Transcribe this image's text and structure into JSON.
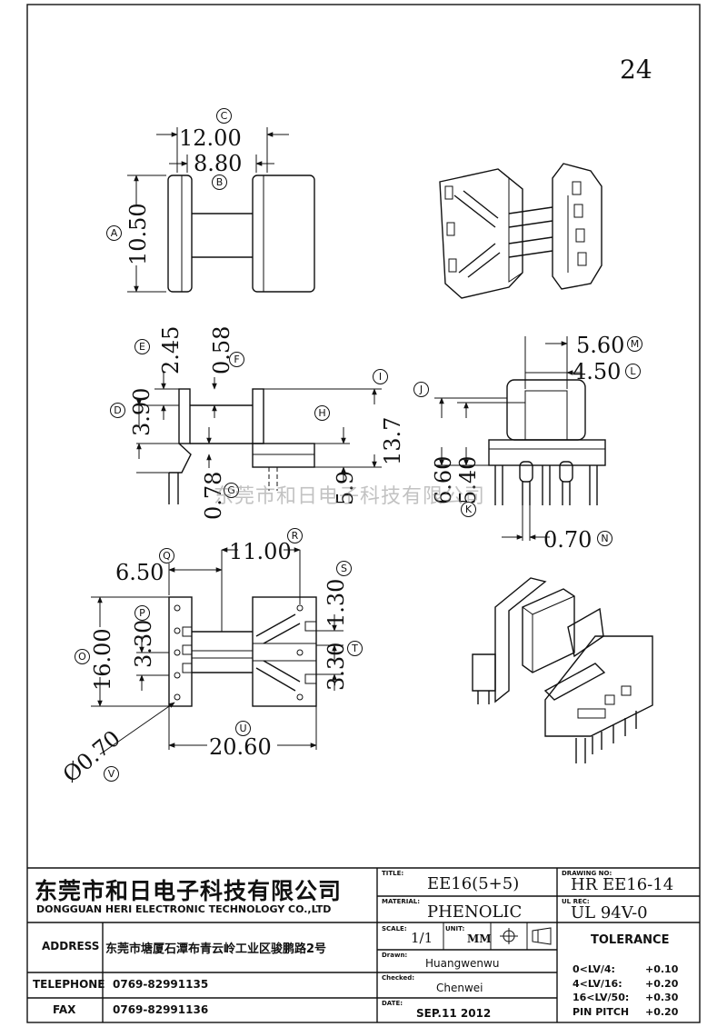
{
  "page_number": "24",
  "watermark": "东莞市和日电子科技有限公司",
  "dimensions": {
    "C": "12.00",
    "B": "8.80",
    "A": "10.50",
    "E": "2.45",
    "F": "0.58",
    "D": "3.90",
    "I": "13.7",
    "H": "5.9",
    "G": "0.78",
    "M": "5.60",
    "L": "4.50",
    "J": "6.60",
    "K": "5.40",
    "N": "0.70",
    "Q": "6.50",
    "R": "11.00",
    "S": "1.30",
    "P": "3.30",
    "T": "3.30",
    "O": "16.00",
    "U": "20.60",
    "V": "Ø0.70"
  },
  "labels": {
    "A": "A",
    "B": "B",
    "C": "C",
    "D": "D",
    "E": "E",
    "F": "F",
    "G": "G",
    "H": "H",
    "I": "I",
    "J": "J",
    "K": "K",
    "L": "L",
    "M": "M",
    "N": "N",
    "O": "O",
    "P": "P",
    "Q": "Q",
    "R": "R",
    "S": "S",
    "T": "T",
    "U": "U",
    "V": "V"
  },
  "title_block": {
    "company_cn": "东莞市和日电子科技有限公司",
    "company_en": "DONGGUAN HERI ELECTRONIC TECHNOLOGY CO.,LTD",
    "address_label": "ADDRESS",
    "address": "东莞市塘厦石潭布青云岭工业区骏鹏路2号",
    "telephone_label": "TELEPHONE",
    "telephone": "0769-82991135",
    "fax_label": "FAX",
    "fax": "0769-82991136",
    "title_caption": "TITLE:",
    "title": "EE16(5+5)",
    "material_caption": "MATERIAL:",
    "material": "PHENOLIC",
    "scale_caption": "SCALE:",
    "scale": "1/1",
    "unit_caption": "UNIT:",
    "unit": "MM",
    "drawn_caption": "Drawn:",
    "drawn": "Huangwenwu",
    "checked_caption": "Checked:",
    "checked": "Chenwei",
    "date_caption": "DATE:",
    "date": "SEP.11 2012",
    "drawing_no_caption": "DRAWING NO:",
    "drawing_no": "HR EE16-14",
    "ul_caption": "UL REC:",
    "ul": "UL   94V-0",
    "tolerance_title": "TOLERANCE",
    "tolerances": [
      {
        "range": "0<LV/4:",
        "value": "+0.10"
      },
      {
        "range": "4<LV/16:",
        "value": "+0.20"
      },
      {
        "range": "16<LV/50:",
        "value": "+0.30"
      },
      {
        "range": "PIN PITCH",
        "value": "+0.20"
      }
    ]
  }
}
